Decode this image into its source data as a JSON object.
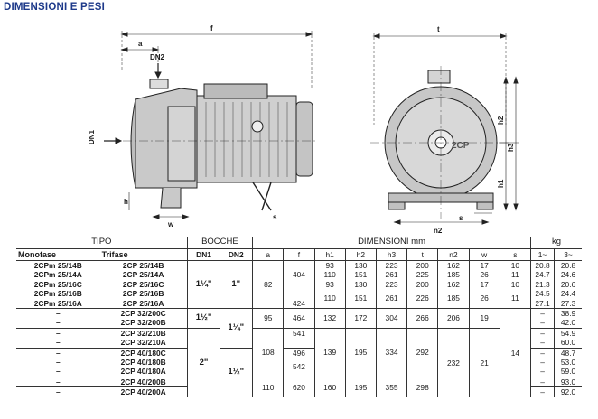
{
  "page_title": "DIMENSIONI E PESI",
  "drawing": {
    "side_labels": [
      "a",
      "f",
      "DN2",
      "DN1",
      "w",
      "h",
      "s"
    ],
    "front_labels": [
      "t",
      "h2",
      "h3",
      "h1",
      "s",
      "n2"
    ],
    "brand": "2CP"
  },
  "table": {
    "group_headers": [
      "TIPO",
      "BOCCHE",
      "DIMENSIONI mm",
      "kg"
    ],
    "columns": [
      "Monofase",
      "Trifase",
      "DN1",
      "DN2",
      "a",
      "f",
      "h1",
      "h2",
      "h3",
      "t",
      "n2",
      "w",
      "s",
      "1~",
      "3~"
    ],
    "rows": [
      [
        "2CPm 25/14B",
        "2CP 25/14B",
        "93",
        "130",
        "223",
        "200",
        "162",
        "17",
        "10",
        "20.8",
        "20.8"
      ],
      [
        "2CPm 25/14A",
        "2CP 25/14A",
        "110",
        "151",
        "261",
        "225",
        "185",
        "26",
        "11",
        "24.7",
        "24.6"
      ],
      [
        "2CPm 25/16C",
        "2CP 25/16C",
        "93",
        "130",
        "223",
        "200",
        "162",
        "17",
        "10",
        "21.3",
        "20.6"
      ],
      [
        "2CPm 25/16B",
        "2CP 25/16B",
        "",
        "",
        "",
        "",
        "",
        "",
        "",
        "24.5",
        "24.4"
      ],
      [
        "2CPm 25/16A",
        "2CP 25/16A",
        "",
        "",
        "",
        "",
        "",
        "",
        "",
        "27.1",
        "27.3"
      ],
      [
        "–",
        "2CP 32/200C",
        "",
        "",
        "",
        "",
        "",
        "",
        "",
        "–",
        "38.9"
      ],
      [
        "–",
        "2CP 32/200B",
        "",
        "",
        "",
        "",
        "",
        "",
        "",
        "–",
        "42.0"
      ],
      [
        "–",
        "2CP 32/210B",
        "",
        "",
        "",
        "",
        "",
        "",
        "",
        "–",
        "54.9"
      ],
      [
        "–",
        "2CP 32/210A",
        "",
        "",
        "",
        "",
        "",
        "",
        "",
        "–",
        "60.0"
      ],
      [
        "–",
        "2CP 40/180C",
        "",
        "",
        "",
        "",
        "",
        "",
        "",
        "–",
        "48.7"
      ],
      [
        "–",
        "2CP 40/180B",
        "",
        "",
        "",
        "",
        "",
        "",
        "",
        "–",
        "53.0"
      ],
      [
        "–",
        "2CP 40/180A",
        "",
        "",
        "",
        "",
        "",
        "",
        "",
        "–",
        "59.0"
      ],
      [
        "–",
        "2CP 40/200B",
        "",
        "",
        "",
        "",
        "",
        "",
        "",
        "–",
        "93.0"
      ],
      [
        "–",
        "2CP 40/200A",
        "",
        "",
        "",
        "",
        "",
        "",
        "",
        "–",
        "92.0"
      ]
    ],
    "merged": {
      "dn1_a": "1¼\"",
      "dn2_a": "1\"",
      "a_a": "82",
      "f_a1": "404",
      "f_a2": "424",
      "g2_h1": "110",
      "g2_h2": "151",
      "g2_h3": "261",
      "g2_t": "226",
      "g2_n2": "185",
      "g2_w": "26",
      "g2_s": "11",
      "dn1_b": "1½\"",
      "a_b": "95",
      "f_b": "464",
      "h1_b": "132",
      "h2_b": "172",
      "h3_b": "304",
      "t_b": "266",
      "n2_b": "206",
      "w_b": "19",
      "dn2_b": "1¼\"",
      "dn1_c": "2\"",
      "dn2_c": "1½\"",
      "f_c1": "541",
      "f_c2": "496",
      "f_c3": "542",
      "a_c": "108",
      "h1_c": "139",
      "h2_c": "195",
      "h3_c": "334",
      "t_c": "292",
      "n2_c": "232",
      "w_c": "21",
      "s_c": "14",
      "a_d": "110",
      "f_d": "620",
      "h1_d": "160",
      "h2_d": "195",
      "h3_d": "355",
      "t_d": "298"
    }
  }
}
